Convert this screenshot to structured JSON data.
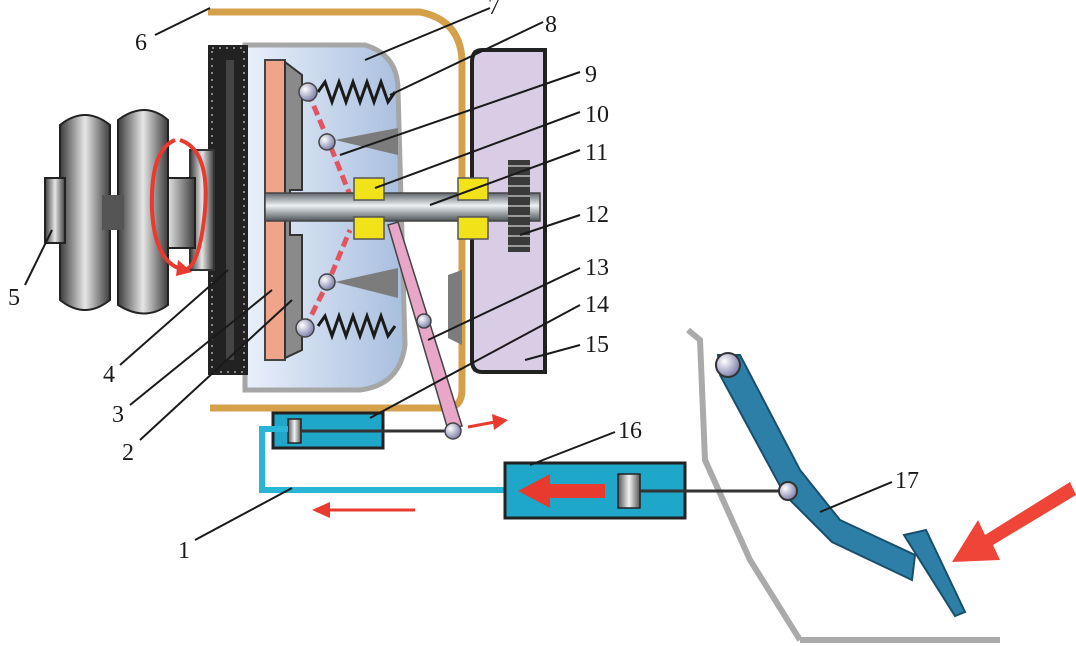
{
  "diagram": {
    "callouts": [
      {
        "id": "1",
        "label": "1"
      },
      {
        "id": "2",
        "label": "2"
      },
      {
        "id": "3",
        "label": "3"
      },
      {
        "id": "4",
        "label": "4"
      },
      {
        "id": "5",
        "label": "5"
      },
      {
        "id": "6",
        "label": "6"
      },
      {
        "id": "7",
        "label": "7"
      },
      {
        "id": "8",
        "label": "8"
      },
      {
        "id": "9",
        "label": "9"
      },
      {
        "id": "10",
        "label": "10"
      },
      {
        "id": "11",
        "label": "11"
      },
      {
        "id": "12",
        "label": "12"
      },
      {
        "id": "13",
        "label": "13"
      },
      {
        "id": "14",
        "label": "14"
      },
      {
        "id": "15",
        "label": "15"
      },
      {
        "id": "16",
        "label": "16"
      },
      {
        "id": "17",
        "label": "17"
      }
    ],
    "colors": {
      "housing": "#d4a04a",
      "hydraulic_line": "#29b6d6",
      "cylinder": "#1ea7c9",
      "pedal": "#2e7fa8",
      "force_arrow": "#ef4438",
      "flow_arrow": "#e83a2e",
      "spring": "#1a1a1a",
      "friction_disc": "#f0a48a",
      "pressure_plate": "#8a8a8a",
      "clutch_cover_fill": "#c9d8ee",
      "gearbox_fill": "#d9cde6",
      "release_fork": "#e8a6c8",
      "bearing": "#f2e21a",
      "shaft": "#9aa3ab",
      "lever": "#e05560",
      "floor": "#aaaaaa"
    },
    "icons": [
      "crankshaft-icon",
      "flywheel-icon",
      "spring-icon",
      "pedal-icon",
      "arrow-icon"
    ]
  }
}
